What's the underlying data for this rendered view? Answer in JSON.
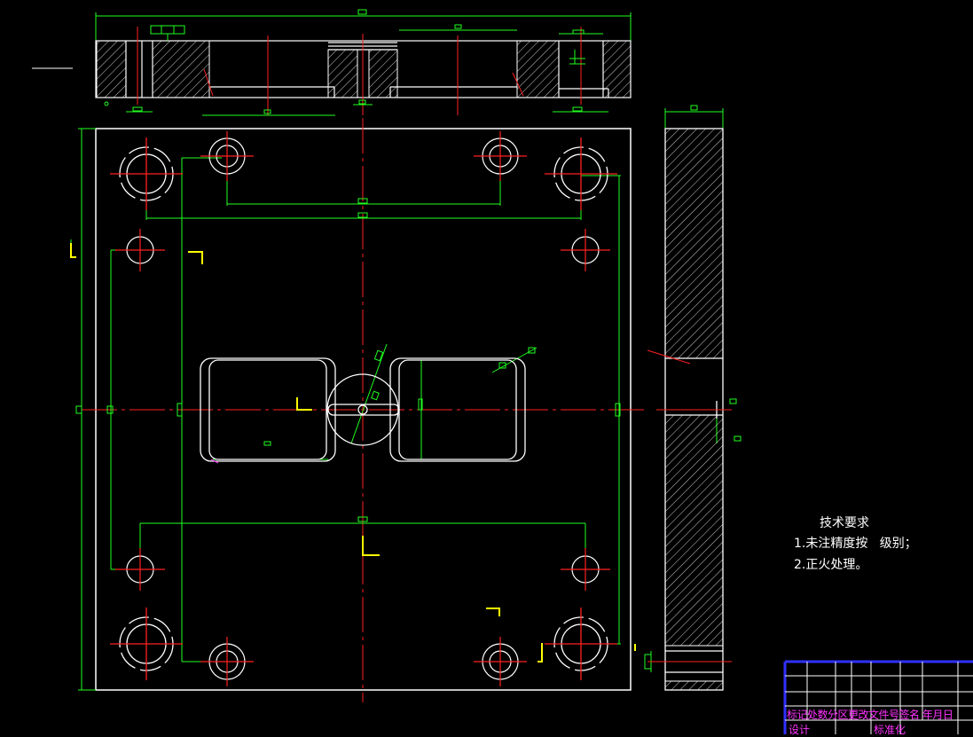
{
  "tech_requirements": {
    "title": "技术要求",
    "item1": "1.未注精度按   级别；",
    "item2": "2.正火处理。"
  },
  "title_block": {
    "header_row": "标记处数分区更改文件号签名 年月日",
    "design_label": "设计",
    "standardization_label": "标准化"
  },
  "colors": {
    "background": "#000000",
    "outline": "#ffffff",
    "centerline": "#ff2020",
    "dimension": "#20ff20",
    "marker": "#ffff00",
    "title_block_border": "#3030ff",
    "title_block_text": "#ff33ff"
  }
}
